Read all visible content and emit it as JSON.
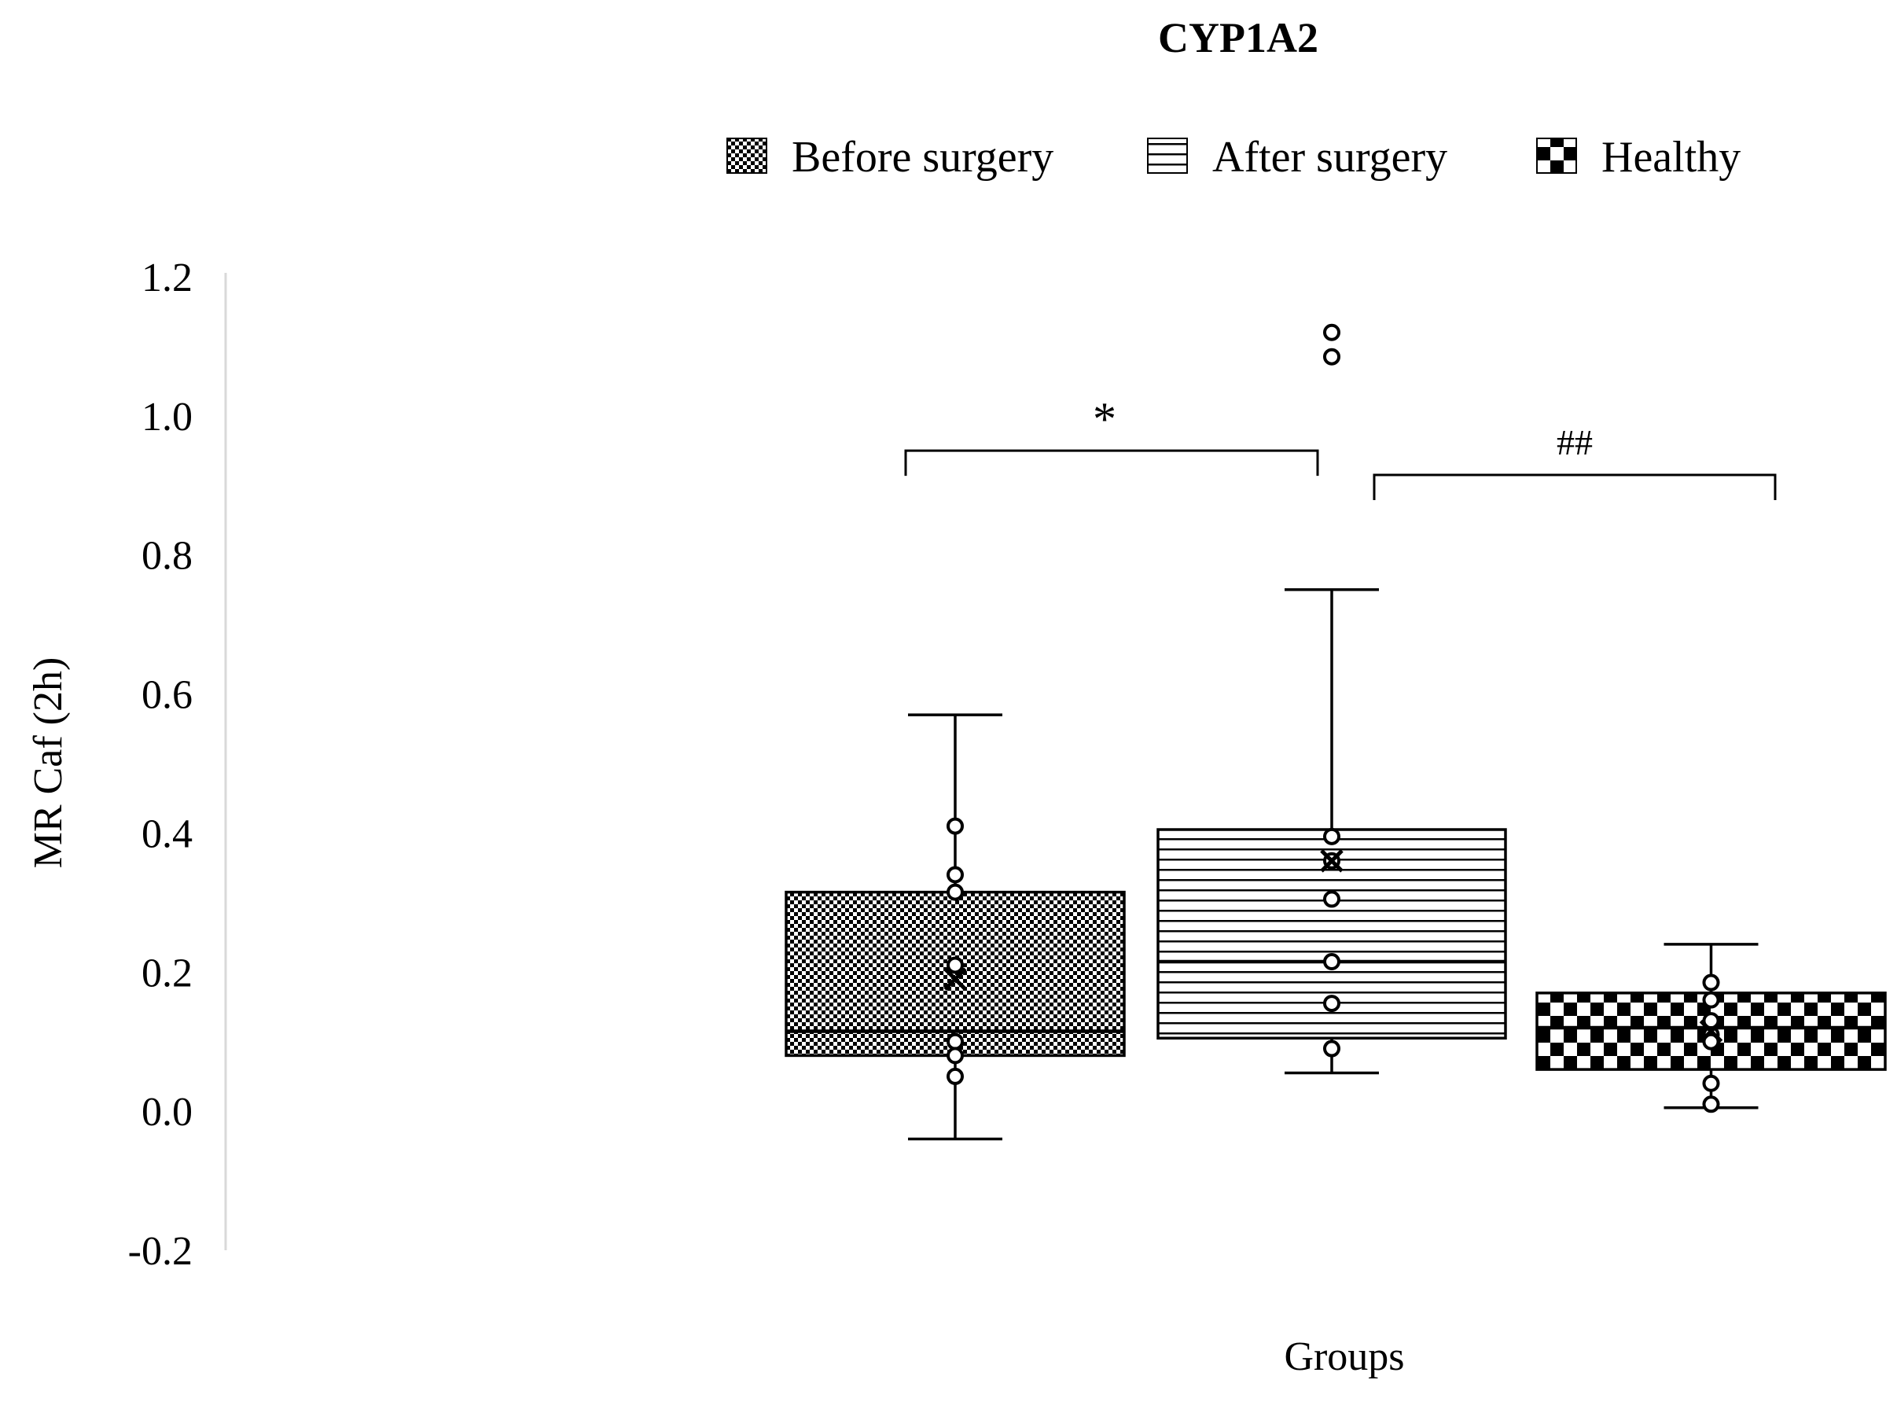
{
  "chart_data": {
    "type": "box",
    "title": "CYP1A2",
    "xlabel": "Groups",
    "ylabel": "MR Caf (2h)",
    "ylim": [
      -0.2,
      1.2
    ],
    "yticks": [
      "1.2",
      "1.0",
      "0.8",
      "0.6",
      "0.4",
      "0.2",
      "0.0",
      "-0.2"
    ],
    "ytick_values": [
      1.2,
      1.0,
      0.8,
      0.6,
      0.4,
      0.2,
      0.0,
      -0.2
    ],
    "grid": false,
    "legend_position": "top",
    "series": [
      {
        "name": "Before surgery",
        "pattern": "fine-checker",
        "whisker_low": -0.04,
        "q1": 0.08,
        "median": 0.115,
        "q3": 0.315,
        "whisker_high": 0.57,
        "mean": 0.19,
        "points": [
          0.41,
          0.34,
          0.315,
          0.21,
          0.1,
          0.08,
          0.05
        ]
      },
      {
        "name": "After surgery",
        "pattern": "horizontal-lines",
        "whisker_low": 0.055,
        "q1": 0.105,
        "median": 0.215,
        "q3": 0.405,
        "whisker_high": 0.75,
        "mean": 0.36,
        "points": [
          1.12,
          1.085,
          0.395,
          0.36,
          0.305,
          0.215,
          0.155,
          0.09
        ]
      },
      {
        "name": "Healthy",
        "pattern": "coarse-checker",
        "whisker_low": 0.005,
        "q1": 0.06,
        "median": 0.12,
        "q3": 0.17,
        "whisker_high": 0.24,
        "mean": 0.115,
        "points": [
          0.185,
          0.16,
          0.13,
          0.11,
          0.1,
          0.04,
          0.01
        ]
      }
    ],
    "annotations": [
      {
        "label": "*",
        "from_group": 0,
        "to_group": 1,
        "y": 0.95
      },
      {
        "label": "##",
        "from_group": 1,
        "to_group": 2,
        "y": 0.915
      }
    ]
  }
}
